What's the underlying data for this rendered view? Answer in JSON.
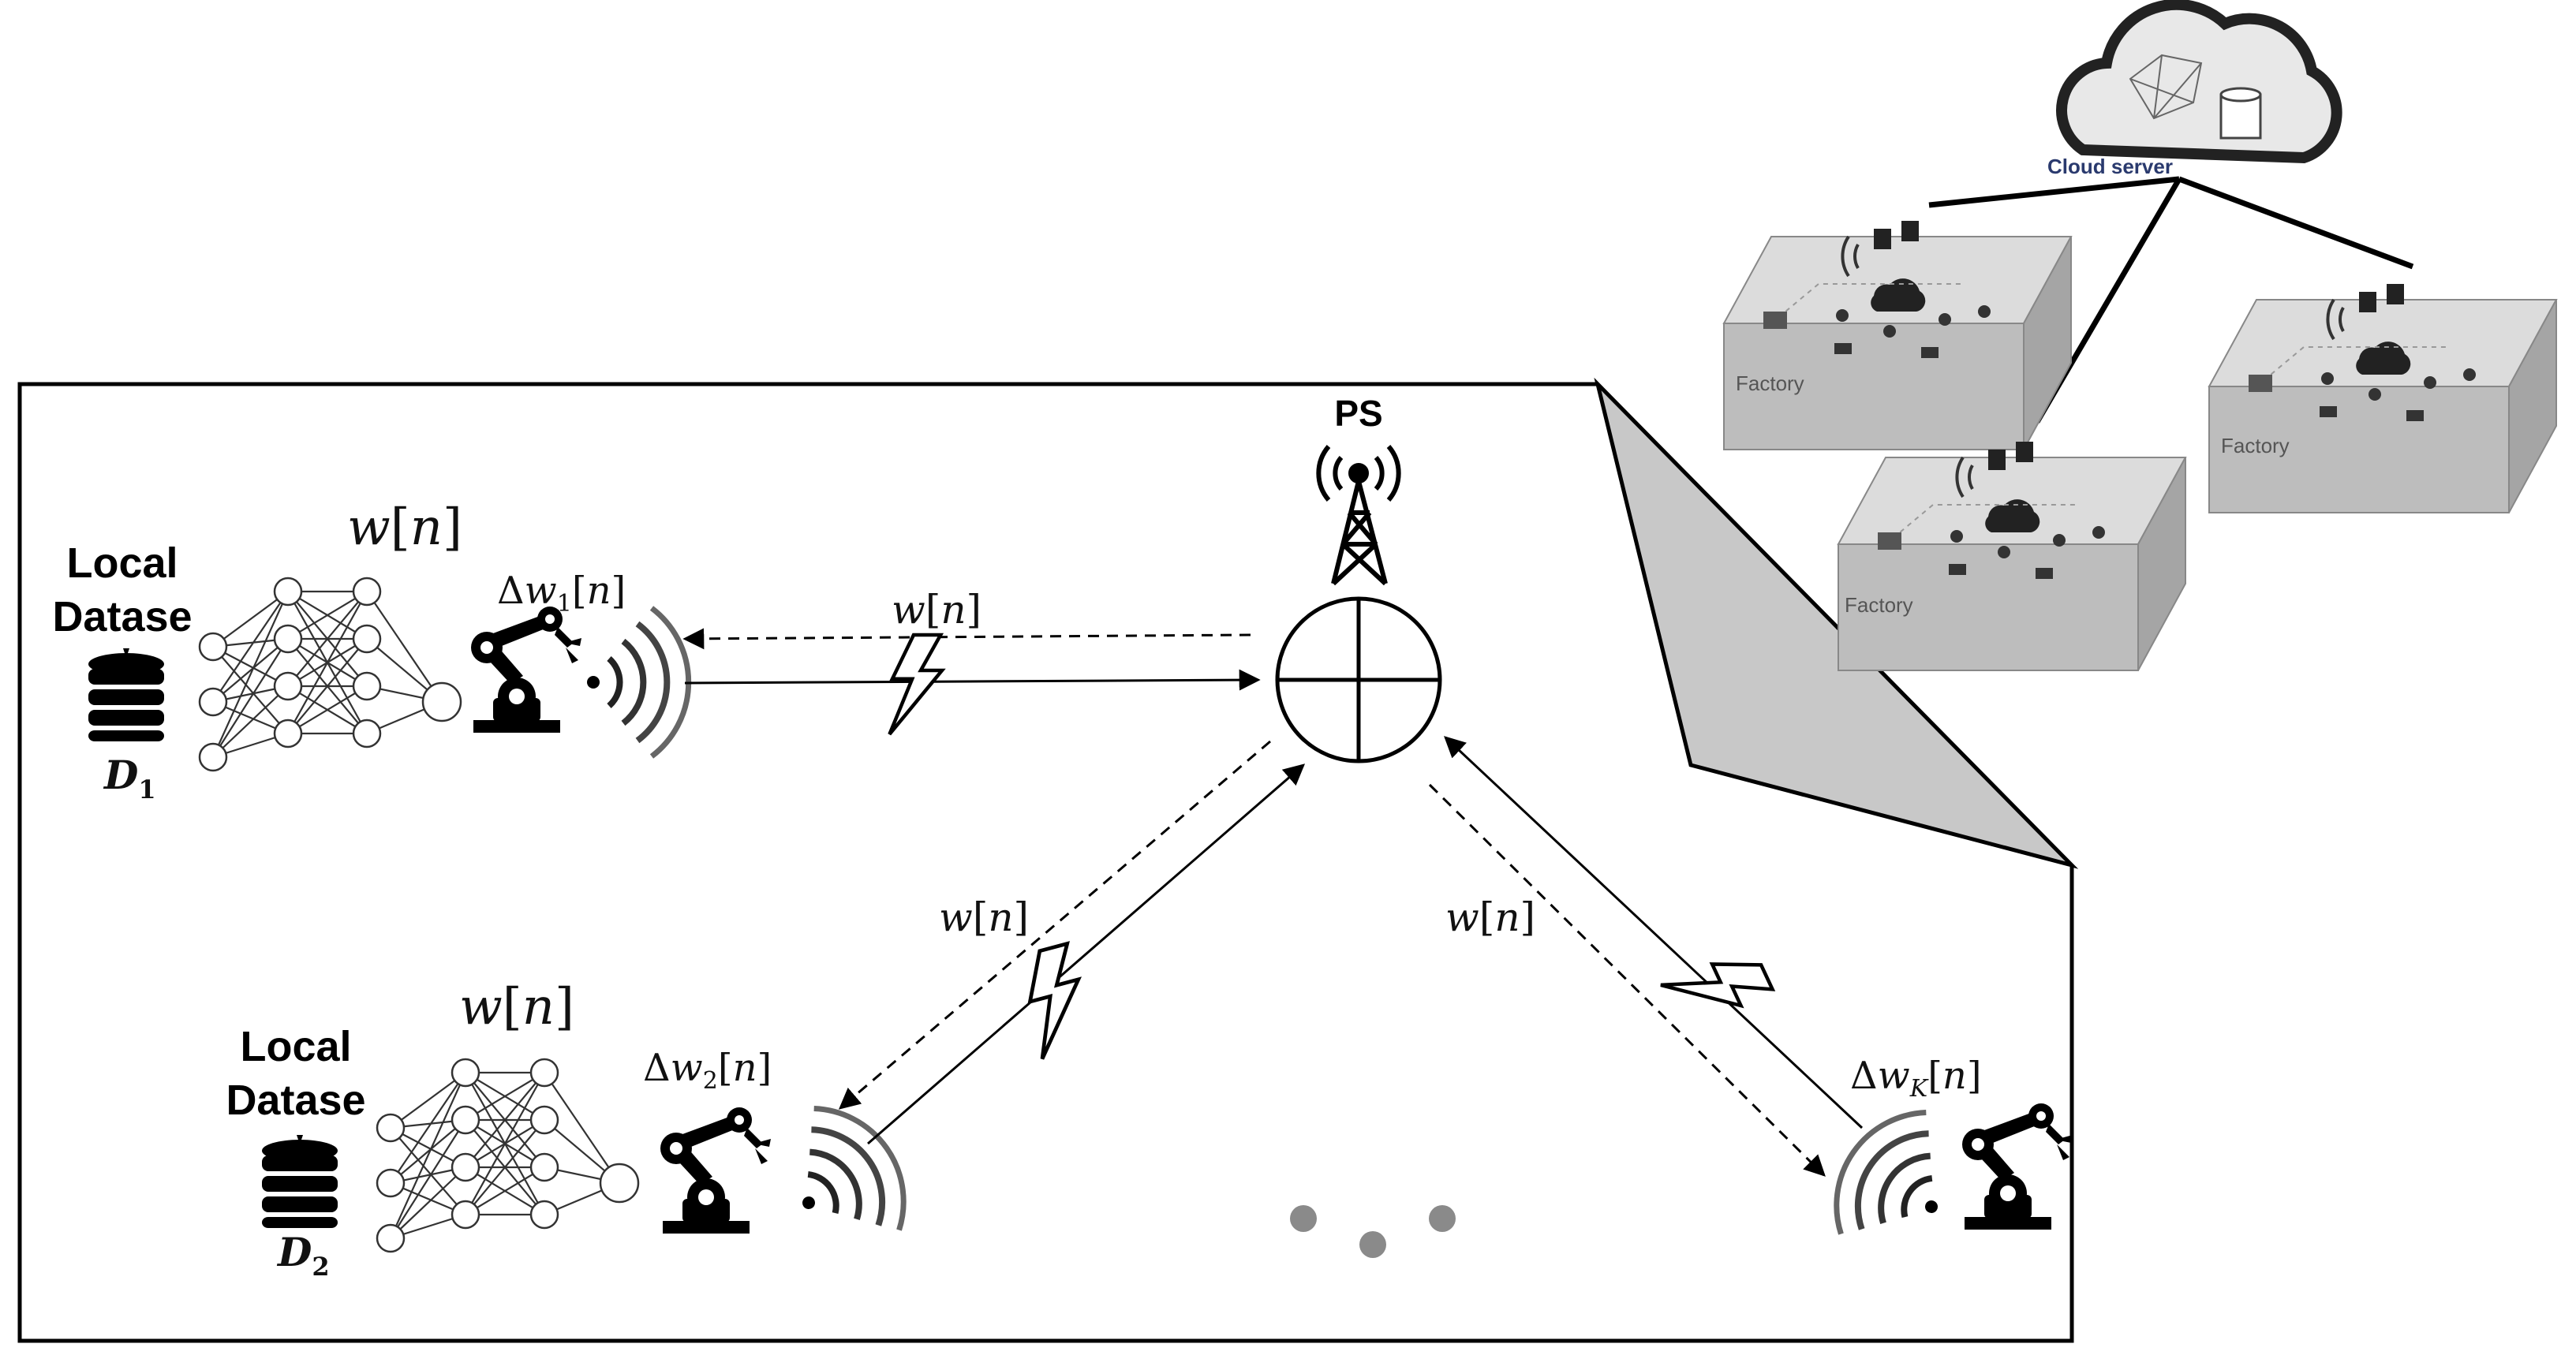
{
  "cloud": {
    "label": "Cloud server"
  },
  "factory_label": "Factory",
  "ps": {
    "label": "PS"
  },
  "devices": [
    {
      "dataset_line1": "Local",
      "dataset_line2": "Datase",
      "dataset_symbol": "D",
      "dataset_index": "1",
      "model_w": "w",
      "model_idx": "n",
      "update_prefix": "Δw",
      "update_sub": "1",
      "update_arg": "n"
    },
    {
      "dataset_line1": "Local",
      "dataset_line2": "Datase",
      "dataset_symbol": "D",
      "dataset_index": "2",
      "model_w": "w",
      "model_idx": "n",
      "update_prefix": "Δw",
      "update_sub": "2",
      "update_arg": "n"
    },
    {
      "update_prefix": "Δw",
      "update_sub": "K",
      "update_arg": "n"
    }
  ],
  "downlink_labels": [
    {
      "w": "w",
      "idx": "n"
    },
    {
      "w": "w",
      "idx": "n"
    },
    {
      "w": "w",
      "idx": "n"
    }
  ],
  "icons": {
    "cloud": "cloud-brain-icon",
    "factory": "factory-icon",
    "tower": "antenna-tower-icon",
    "robot": "robot-arm-icon",
    "database": "database-icon",
    "wireless": "wireless-signal-icon",
    "lightning": "lightning-icon"
  },
  "colors": {
    "line": "#000000",
    "zoom_fill": "#c8c8c8",
    "factory": "#cfcfcf",
    "dots": "#8a8a8a"
  }
}
